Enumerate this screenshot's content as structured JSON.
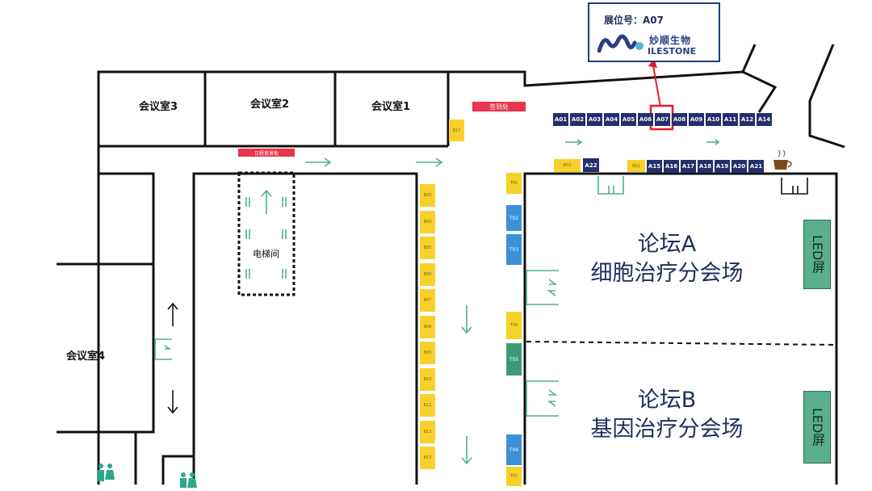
{
  "callout": {
    "booth_label": "展位号：A07",
    "brand_cn": "妙顺生物",
    "brand_en": "ILESTONE"
  },
  "rooms": {
    "meeting_1": "会议室1",
    "meeting_2": "会议室2",
    "meeting_3": "会议室3",
    "meeting_4": "会议室4",
    "elevator": "电梯间"
  },
  "signs": {
    "registration": "签到处",
    "schedule_board": "日程背景板"
  },
  "booths_top": [
    "A01",
    "A02",
    "A03",
    "A04",
    "A05",
    "A06",
    "A07",
    "A08",
    "A09",
    "A10",
    "A11",
    "A12",
    "A14"
  ],
  "booths_second": [
    "A15",
    "A16",
    "A17",
    "A18",
    "A19",
    "A20",
    "A21"
  ],
  "booth_a22": "A22",
  "yellow_small": {
    "b17": "B17",
    "b02": "B02",
    "b01": "B01"
  },
  "yellow_column": [
    "B03",
    "B04",
    "B05",
    "B06",
    "B07",
    "B08",
    "B09",
    "B10",
    "B11",
    "B12",
    "B13"
  ],
  "t_booths": [
    "T01",
    "T02",
    "T03",
    "T04",
    "T05",
    "T06",
    "T07"
  ],
  "forum_a": {
    "title": "论坛A",
    "subtitle": "细胞治疗分会场"
  },
  "forum_b": {
    "title": "论坛B",
    "subtitle": "基因治疗分会场"
  },
  "led_label": "LED屏",
  "colors": {
    "navy": "#24306b",
    "yellow": "#f7d12a",
    "blue": "#3c90d6",
    "green": "#3d9a79",
    "red": "#e8354d",
    "arrow_green": "#4fb08a"
  },
  "icons": [
    "coffee-icon",
    "restroom-icon",
    "arrow-icon",
    "door-icon"
  ]
}
